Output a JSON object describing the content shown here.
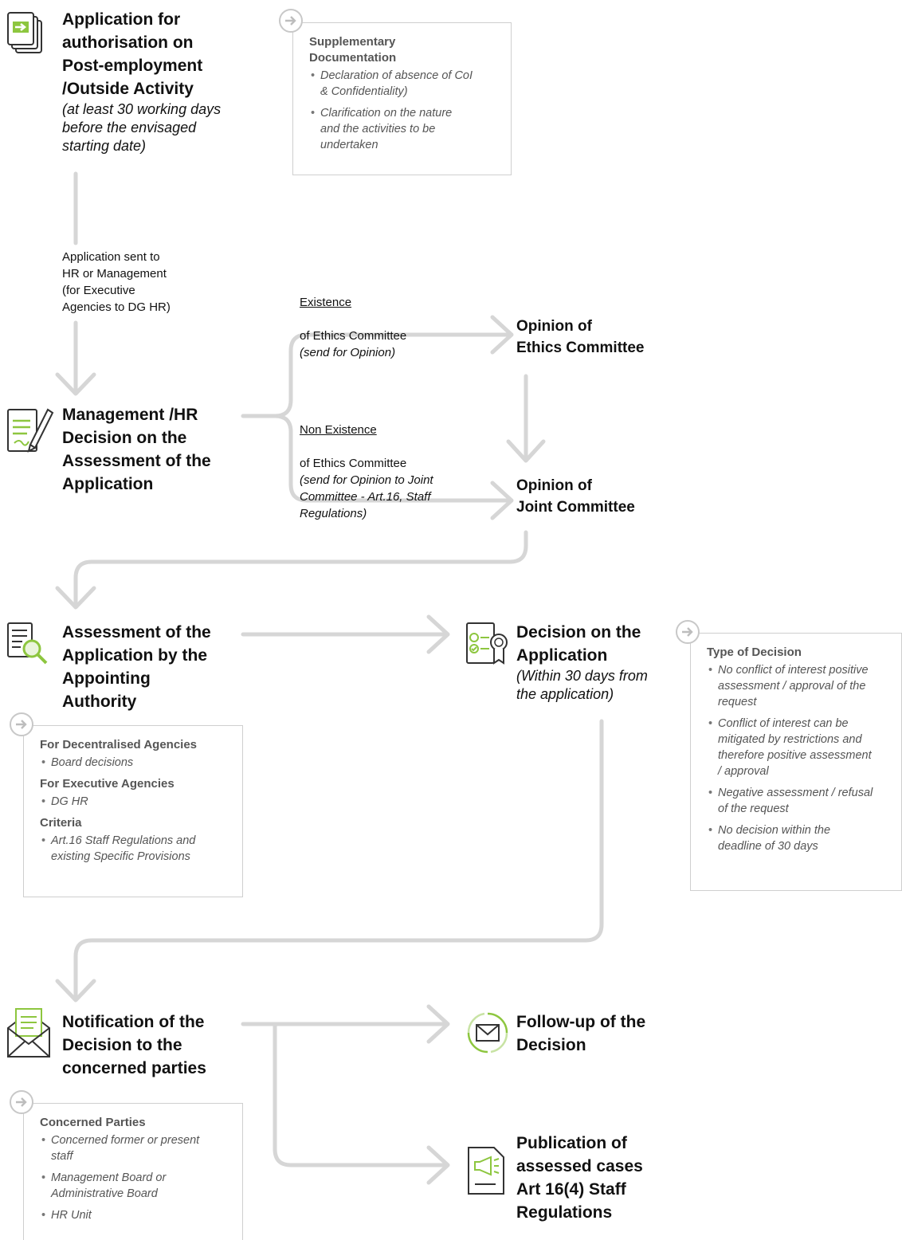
{
  "steps": {
    "application": {
      "title": "Application for\nauthorisation on\nPost-employment\n/Outside Activity",
      "note": "(at least 30 working days\nbefore the envisaged\nstarting date)"
    },
    "management_decision": {
      "title": "Management /HR\nDecision on the\nAssessment of the\nApplication"
    },
    "opinion_ethics": {
      "title": "Opinion of\nEthics Committee"
    },
    "opinion_joint": {
      "title": "Opinion of\nJoint Committee"
    },
    "assessment": {
      "title": "Assessment of the\nApplication by the\nAppointing\nAuthority"
    },
    "decision": {
      "title": "Decision on the\nApplication",
      "note": "(Within 30 days from\nthe application)"
    },
    "notification": {
      "title": "Notification of the\nDecision to the\nconcerned parties"
    },
    "follow_up": {
      "title": "Follow-up of the\nDecision"
    },
    "publication": {
      "title": "Publication of\nassessed cases\nArt 16(4) Staff\nRegulations"
    }
  },
  "labels": {
    "sent_to": "Application sent to\nHR or Management\n(for Executive\nAgencies to DG HR)",
    "existence": {
      "underlined": "Existence",
      "text": "of Ethics Committee",
      "italic": "(send for Opinion)"
    },
    "non_existence": {
      "underlined": "Non Existence",
      "text": "of Ethics Committee",
      "italic": "(send for Opinion to Joint\nCommittee - Art.16, Staff\nRegulations)"
    }
  },
  "panels": {
    "supplementary": {
      "heading": "Supplementary\nDocumentation",
      "items": [
        "Declaration of absence of CoI\n& Confidentiality)",
        "Clarification on the nature\nand the activities to be\nundertaken"
      ]
    },
    "agencies": {
      "sections": [
        {
          "heading": "For Decentralised Agencies",
          "items": [
            "Board decisions"
          ]
        },
        {
          "heading": "For Executive Agencies",
          "items": [
            "DG HR"
          ]
        },
        {
          "heading": "Criteria",
          "items": [
            "Art.16 Staff Regulations and\nexisting Specific Provisions"
          ]
        }
      ]
    },
    "type_of_decision": {
      "heading": "Type of Decision",
      "items": [
        "No conflict of interest positive\nassessment / approval of the\nrequest",
        "Conflict of interest can be\nmitigated by restrictions and\ntherefore positive assessment\n/ approval",
        "Negative assessment / refusal\nof the request",
        " No decision within the\ndeadline of 30 days"
      ]
    },
    "concerned_parties": {
      "heading": "Concerned Parties",
      "items": [
        "Concerned former or present\nstaff",
        "Management Board or\nAdministrative Board",
        "HR Unit"
      ]
    }
  },
  "icons": {
    "application": "document-arrow-icon",
    "management": "document-pen-icon",
    "assessment": "document-magnifier-icon",
    "decision": "document-checklist-seal-icon",
    "notification": "open-envelope-icon",
    "follow_up": "envelope-cycle-icon",
    "publication": "document-megaphone-icon",
    "pin": "circle-arrow-icon"
  },
  "colors": {
    "connector": "#d4d4d4",
    "icon_green": "#8dc63f",
    "icon_dark": "#333333",
    "panel_border": "#cfcfcf"
  }
}
